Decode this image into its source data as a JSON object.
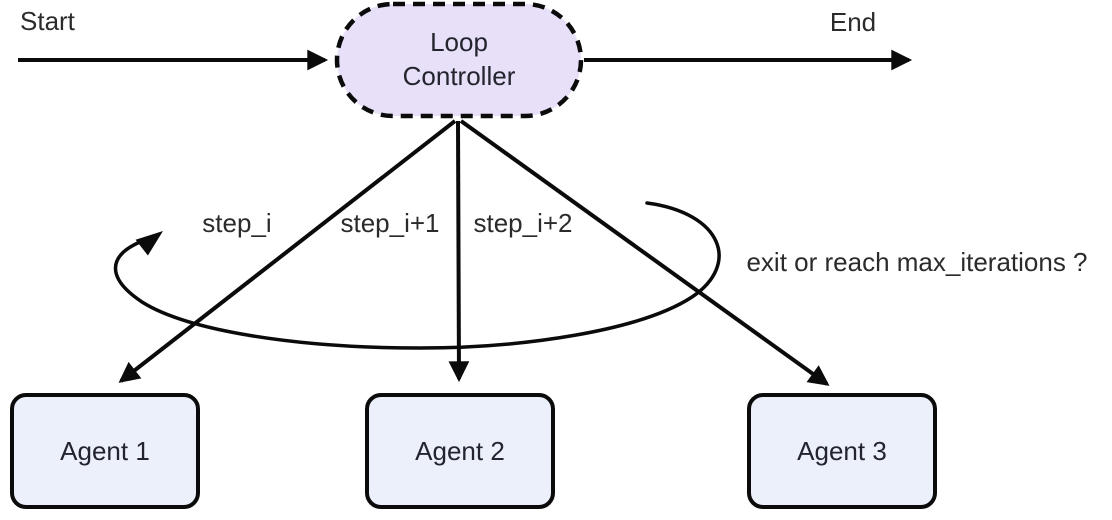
{
  "colors": {
    "background": "#ffffff",
    "edge_stroke": "#0b0b0b",
    "controller_fill": "#e7e0f8",
    "agent_fill": "#ebf0fa",
    "node_text": "#23242e",
    "label_text": "#2b2b2b"
  },
  "flow": {
    "start_label": "Start",
    "end_label": "End"
  },
  "controller": {
    "line1": "Loop",
    "line2": "Controller"
  },
  "agents": [
    {
      "label": "Agent 1"
    },
    {
      "label": "Agent 2"
    },
    {
      "label": "Agent 3"
    }
  ],
  "edges": {
    "step_labels": [
      "step_i",
      "step_i+1",
      "step_i+2"
    ],
    "loop_label": "exit or reach max_iterations ?"
  }
}
